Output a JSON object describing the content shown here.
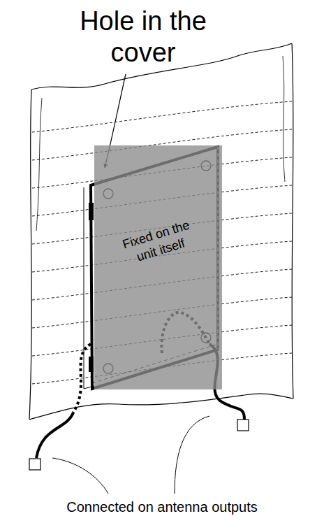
{
  "diagram": {
    "nodes": [
      {
        "text": [
          "Fixed on the unit itself"
        ]
      }
    ],
    "labels": [
      "Hole in the cover",
      "Connected on antenna outputs"
    ]
  }
}
